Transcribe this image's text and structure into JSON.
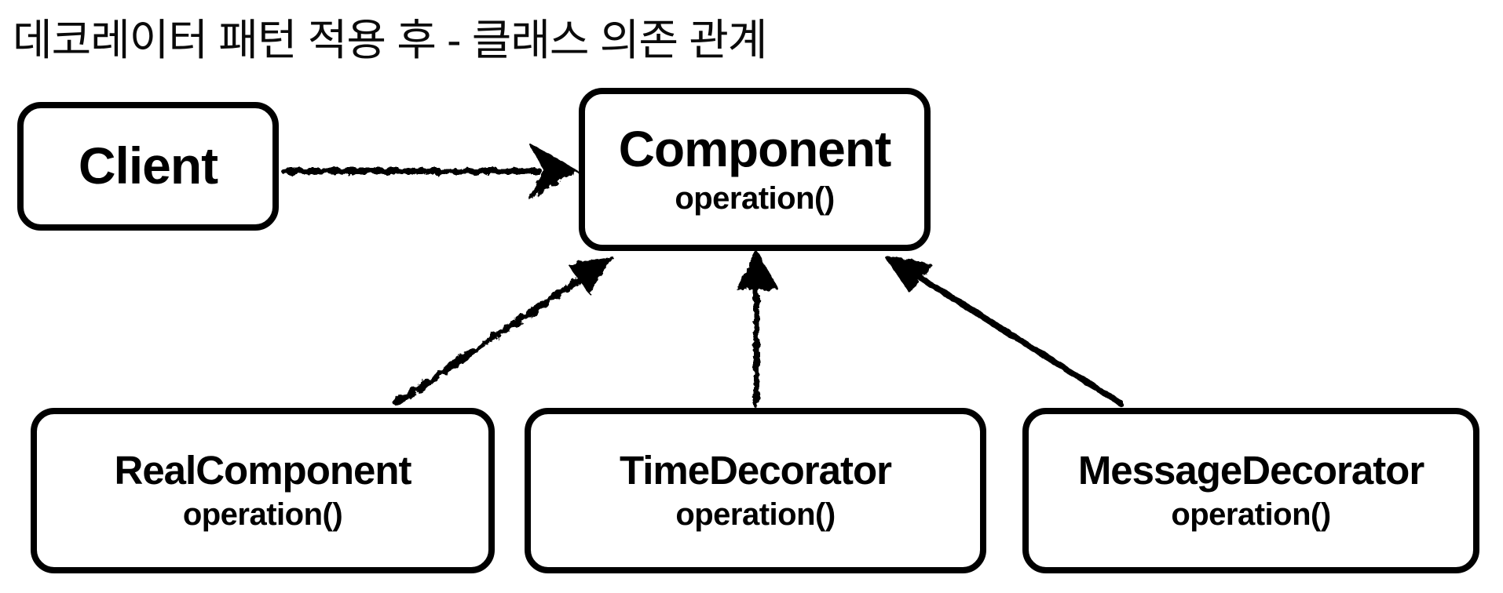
{
  "title": "데코레이터 패턴 적용 후 - 클래스 의존 관계",
  "diagram": {
    "nodes": {
      "client": {
        "label": "Client"
      },
      "component": {
        "label": "Component",
        "method": "operation()"
      },
      "realComponent": {
        "label": "RealComponent",
        "method": "operation()"
      },
      "timeDecorator": {
        "label": "TimeDecorator",
        "method": "operation()"
      },
      "messageDecorator": {
        "label": "MessageDecorator",
        "method": "operation()"
      }
    },
    "edges": [
      {
        "from": "Client",
        "to": "Component"
      },
      {
        "from": "RealComponent",
        "to": "Component"
      },
      {
        "from": "TimeDecorator",
        "to": "Component"
      },
      {
        "from": "MessageDecorator",
        "to": "Component"
      }
    ],
    "colors": {
      "stroke": "#000000",
      "box_fill": "#ffffff",
      "text": "#000000",
      "background": "#ffffff"
    },
    "style": "hand-drawn arrows, rounded rectangle class boxes"
  }
}
